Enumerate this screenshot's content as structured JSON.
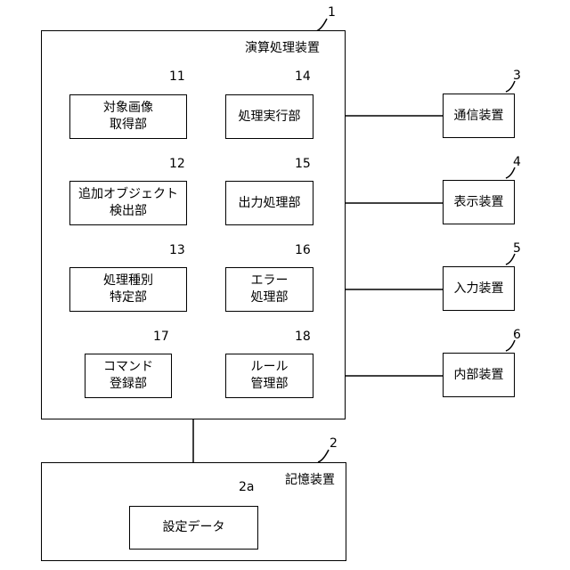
{
  "main_unit": {
    "label": "演算処理装置",
    "ref": "1"
  },
  "storage": {
    "label": "記憶装置",
    "ref": "2"
  },
  "setting_data": {
    "label": "設定データ",
    "ref": "2a"
  },
  "comm": {
    "label": "通信装置",
    "ref": "3"
  },
  "display": {
    "label": "表示装置",
    "ref": "4"
  },
  "input": {
    "label": "入力装置",
    "ref": "5"
  },
  "internal": {
    "label": "内部装置",
    "ref": "6"
  },
  "modules": {
    "m11": {
      "label": "対象画像\n取得部",
      "ref": "11"
    },
    "m12": {
      "label": "追加オブジェクト\n検出部",
      "ref": "12"
    },
    "m13": {
      "label": "処理種別\n特定部",
      "ref": "13"
    },
    "m14": {
      "label": "処理実行部",
      "ref": "14"
    },
    "m15": {
      "label": "出力処理部",
      "ref": "15"
    },
    "m16": {
      "label": "エラー\n処理部",
      "ref": "16"
    },
    "m17": {
      "label": "コマンド\n登録部",
      "ref": "17"
    },
    "m18": {
      "label": "ルール\n管理部",
      "ref": "18"
    }
  }
}
